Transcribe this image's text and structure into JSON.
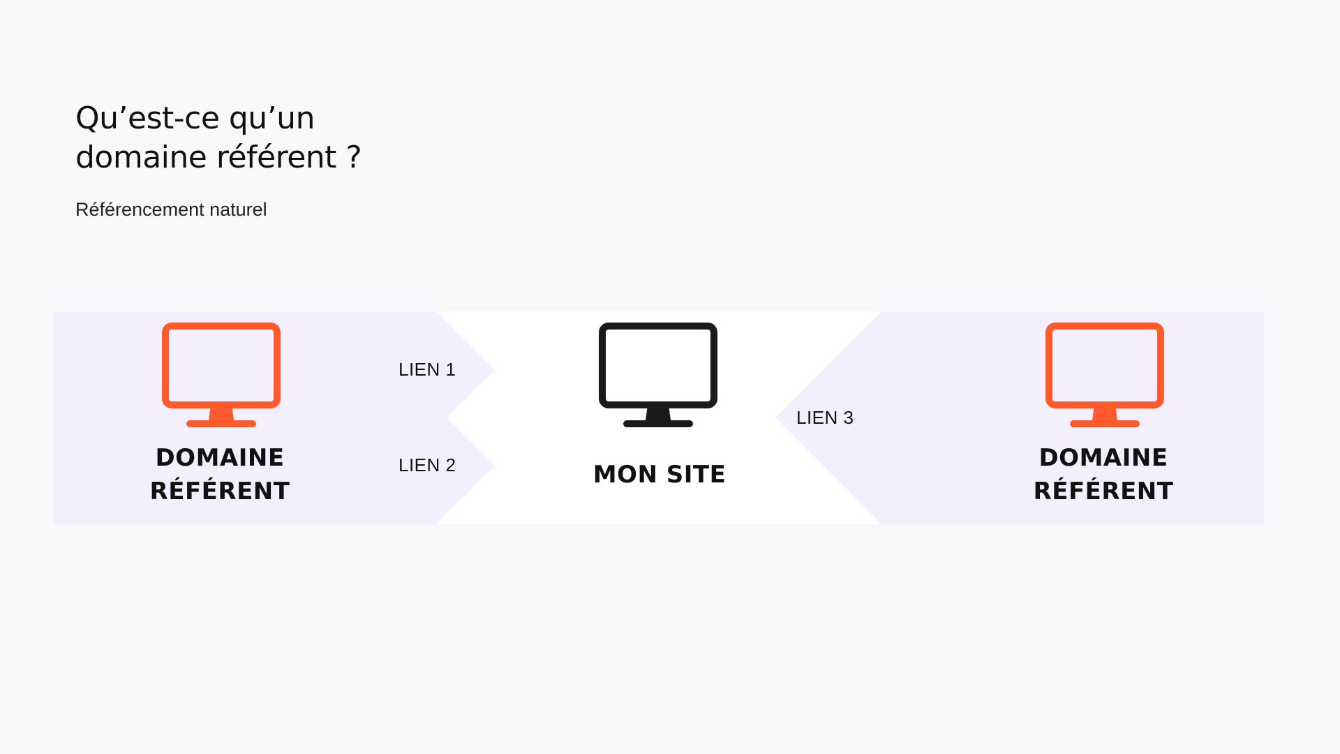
{
  "header": {
    "title_line1": "Qu’est-ce qu’un",
    "title_line2": "domaine référent ?",
    "subtitle": "Référencement naturel"
  },
  "diagram": {
    "left_node": {
      "line1": "DOMAINE",
      "line2": "RÉFÉRENT",
      "icon": "monitor-icon",
      "color": "#ff5a2c"
    },
    "center_node": {
      "label": "MON SITE",
      "icon": "monitor-icon",
      "color": "#1a1a1a"
    },
    "right_node": {
      "line1": "DOMAINE",
      "line2": "RÉFÉRENT",
      "icon": "monitor-icon",
      "color": "#ff5a2c"
    },
    "links": [
      {
        "label": "LIEN 1"
      },
      {
        "label": "LIEN 2"
      },
      {
        "label": "LIEN 3"
      }
    ],
    "colors": {
      "band": "#f4effd",
      "center": "#ffffff"
    }
  }
}
